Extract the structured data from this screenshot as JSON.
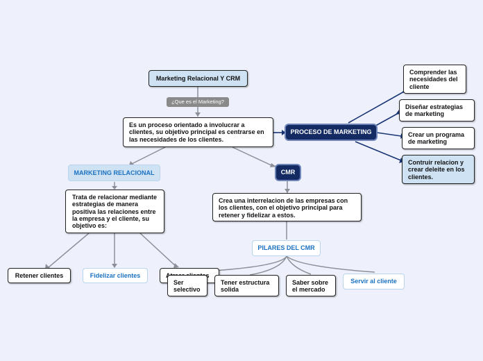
{
  "nodes": {
    "root": "Marketing Relacional Y CRM",
    "question": "¿Que es el Marketing?",
    "definition": "Es un proceso orientado a involucrar a clientes, su objetivo principal es centrarse en las necesidades de los clientes.",
    "proceso": "PROCESO DE MARKETING",
    "proceso_1": "Comprender las necesidades del cliente",
    "proceso_2": "Diseñar estrategias de marketing",
    "proceso_3": "Crear un programa de marketing",
    "proceso_4": "Contruir relacion y crear deleite en los clientes.",
    "relacional": "MARKETING RELACIONAL",
    "relacional_def": "Trata de relacionar mediante estrategias de manera positiva las relaciones entre la empresa y el cliente, su objetivo es:",
    "retener": "Retener clientes",
    "fidelizar": "Fidelizar clientes",
    "atraer": "Atraer clientes",
    "cmr": "CMR",
    "cmr_def": "Crea una interrelacion de las empresas con los clientes, con el objetivo principal para retener y fidelizar a estos.",
    "pilares": "PILARES DEL CMR",
    "selectivo": "Ser selectivo",
    "estructura": "Tener estructura solida",
    "mercado": "Saber sobre el mercado",
    "servir": "Servir al cliente"
  },
  "colors": {
    "background": "#eef1fb",
    "central": "#cfe2f3",
    "dark_node": "#132a63",
    "accent_text": "#1b72c2",
    "link_grey": "#8c9096",
    "link_dark": "#1a3575"
  }
}
